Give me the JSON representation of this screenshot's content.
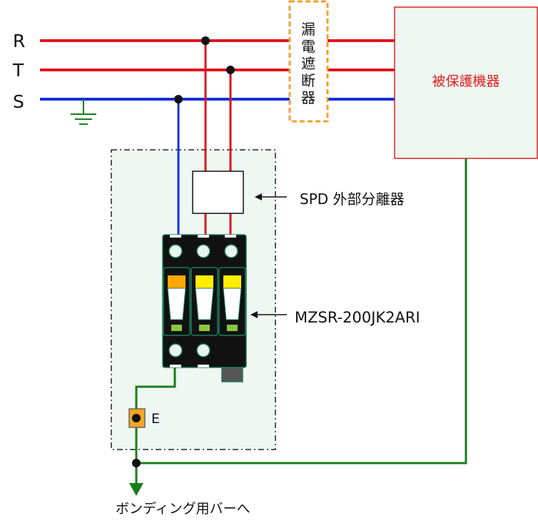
{
  "phases": {
    "r": "R",
    "t": "T",
    "s": "S"
  },
  "breaker_label": [
    "漏",
    "電",
    "遮",
    "断",
    "器"
  ],
  "protected_equipment_label": "被保護機器",
  "spd_disconnector_label": "SPD 外部分離器",
  "spd_model_label": "MZSR-200JK2ARI",
  "earth_terminal_label": "E",
  "bonding_bar_label": "ボンディング用バーへ",
  "colors": {
    "r_line": "#e0141e",
    "t_line": "#e0141e",
    "s_line": "#1430d8",
    "earth_line": "#1a7d1a",
    "breaker_border": "#f0a030",
    "protected_box_fill": "#eef7f2",
    "protected_box_border": "#e02020",
    "protected_label": "#e02020",
    "enclosure_fill": "#eef7f2",
    "spd_body": "#111111",
    "indicator_orange": "#ffa800",
    "indicator_yellow": "#ffee00",
    "indicator_green": "#8cc63f",
    "terminal_e": "#f5a623"
  }
}
